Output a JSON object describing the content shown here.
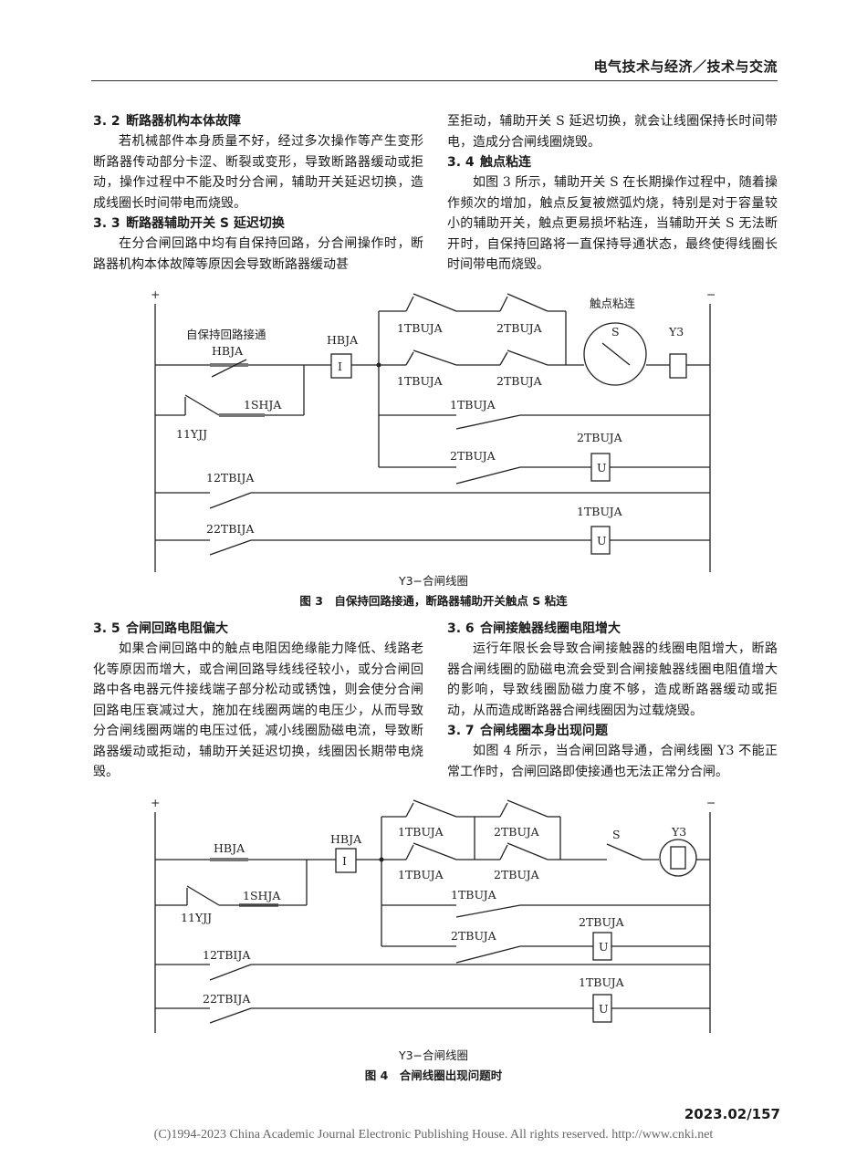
{
  "header": "电气技术与经济／技术与交流",
  "sections": {
    "s32": {
      "num": "3. 2",
      "title": "断路器机构本体故障",
      "body": "若机械部件本身质量不好，经过多次操作等产生变形断路器传动部分卡涩、断裂或变形，导致断路器缓动或拒动，操作过程中不能及时分合闸，辅助开关延迟切换，造成线圈长时间带电而烧毁。"
    },
    "s33": {
      "num": "3. 3",
      "title": "断路器辅助开关 S 延迟切换",
      "body": "在分合闸回路中均有自保持回路，分合闸操作时，断路器机构本体故障等原因会导致断路器缓动甚",
      "cont": "至拒动，辅助开关 S 延迟切换，就会让线圈保持长时间带电，造成分合闸线圈烧毁。"
    },
    "s34": {
      "num": "3. 4",
      "title": "触点粘连",
      "body": "如图 3 所示，辅助开关 S 在长期操作过程中，随着操作频次的增加，触点反复被燃弧灼烧，特别是对于容量较小的辅助开关，触点更易损坏粘连，当辅助开关 S 无法断开时，自保持回路将一直保持导通状态，最终使得线圈长时间带电而烧毁。"
    },
    "s35": {
      "num": "3. 5",
      "title": "合闸回路电阻偏大",
      "body": "如果合闸回路中的触点电阻因绝缘能力降低、线路老化等原因而增大，或合闸回路导线线径较小，或分合闸回路中各电器元件接线端子部分松动或锈蚀，则会使分合闸回路电压衰减过大，施加在线圈两端的电压少，从而导致分合闸线圈两端的电压过低，减小线圈励磁电流，导致断路器缓动或拒动，辅助开关延迟切换，线圈因长期带电烧毁。"
    },
    "s36": {
      "num": "3. 6",
      "title": "合闸接触器线圈电阻增大",
      "body": "运行年限长会导致合闸接触器的线圈电阻增大，断路器合闸线圈的励磁电流会受到合闸接触器线圈电阻值增大的影响，导致线圈励磁力度不够，造成断路器缓动或拒动，从而造成断路器合闸线圈因为过载烧毁。"
    },
    "s37": {
      "num": "3. 7",
      "title": "合闸线圈本身出现问题",
      "body": "如图 4 所示，当合闸回路导通，合闸线圈 Y3 不能正常工作时，合闸回路即使接通也无法正常分合闸。"
    }
  },
  "fig3": {
    "plus": "+",
    "minus": "−",
    "self_hold": "自保持回路接通",
    "contact_stuck": "触点粘连",
    "hbja": "HBJA",
    "i": "I",
    "t1": "1TBUJA",
    "t2": "2TBUJA",
    "s": "S",
    "y3": "Y3",
    "shja": "1SHJA",
    "yjj": "11YJJ",
    "u": "U",
    "tbija12": "12TBIJA",
    "tbija22": "22TBIJA",
    "note": "Y3−合闸线圈",
    "caption": "图 3　自保持回路接通，断路器辅助开关触点 S 粘连"
  },
  "fig4": {
    "plus": "+",
    "minus": "−",
    "hbja": "HBJA",
    "i": "I",
    "t1": "1TBUJA",
    "t2": "2TBUJA",
    "s": "S",
    "y3": "Y3",
    "shja": "1SHJA",
    "yjj": "11YJJ",
    "u": "U",
    "tbija12": "12TBIJA",
    "tbija22": "22TBIJA",
    "note": "Y3−合闸线圈",
    "caption": "图 4　合闸线圈出现问题时"
  },
  "page_number": "2023.02/157",
  "footer": "(C)1994-2023 China Academic Journal Electronic Publishing House. All rights reserved.    http://www.cnki.net"
}
